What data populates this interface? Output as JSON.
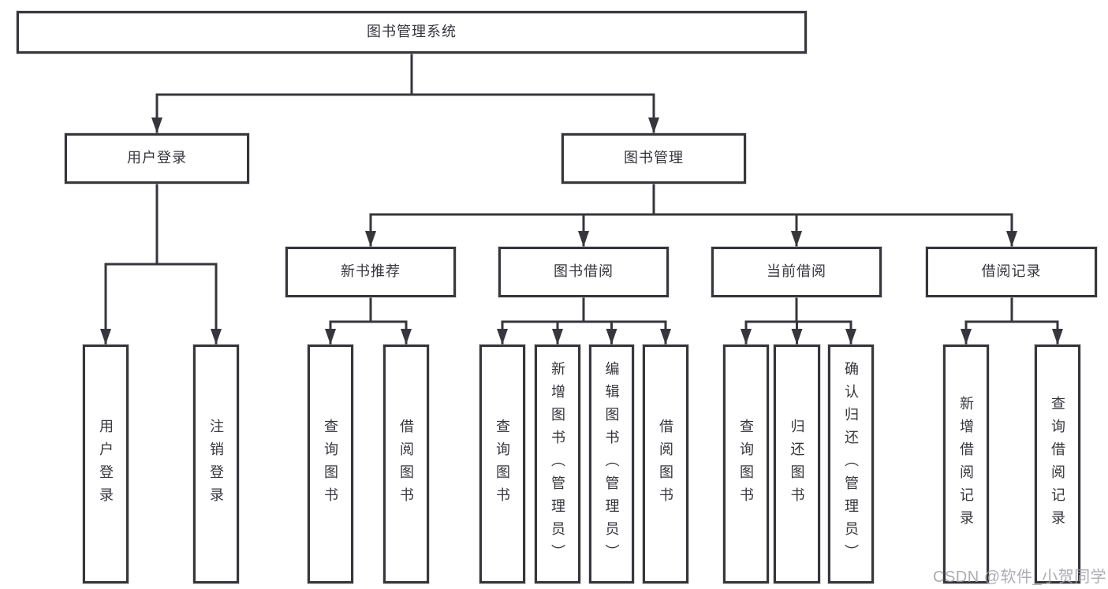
{
  "nodes": {
    "root": "图书管理系统",
    "login_group": "用户登录",
    "book_mgmt": "图书管理",
    "new_book_rec": "新书推荐",
    "book_borrow": "图书借阅",
    "current_borrow": "当前借阅",
    "borrow_record": "借阅记录",
    "leaf_user_login": "用户登录",
    "leaf_logout": "注销登录",
    "leaf_query_book_rec": "查询图书",
    "leaf_borrow_book_rec": "借阅图书",
    "leaf_query_book_borrow": "查询图书",
    "leaf_add_book": "新增图书（管理员）",
    "leaf_edit_book": "编辑图书（管理员）",
    "leaf_borrow_book_borrow": "借阅图书",
    "leaf_query_book_current": "查询图书",
    "leaf_return_book": "归还图书",
    "leaf_confirm_return": "确认归还（管理员）",
    "leaf_add_record": "新增借阅记录",
    "leaf_query_record": "查询借阅记录"
  },
  "watermark": "CSDN @软件_小贺同学",
  "colors": {
    "line": "#36363c",
    "text": "#36363c",
    "box_background": "#ffffff",
    "watermark": "#9e9ea4",
    "page_background": "#ffffff"
  }
}
